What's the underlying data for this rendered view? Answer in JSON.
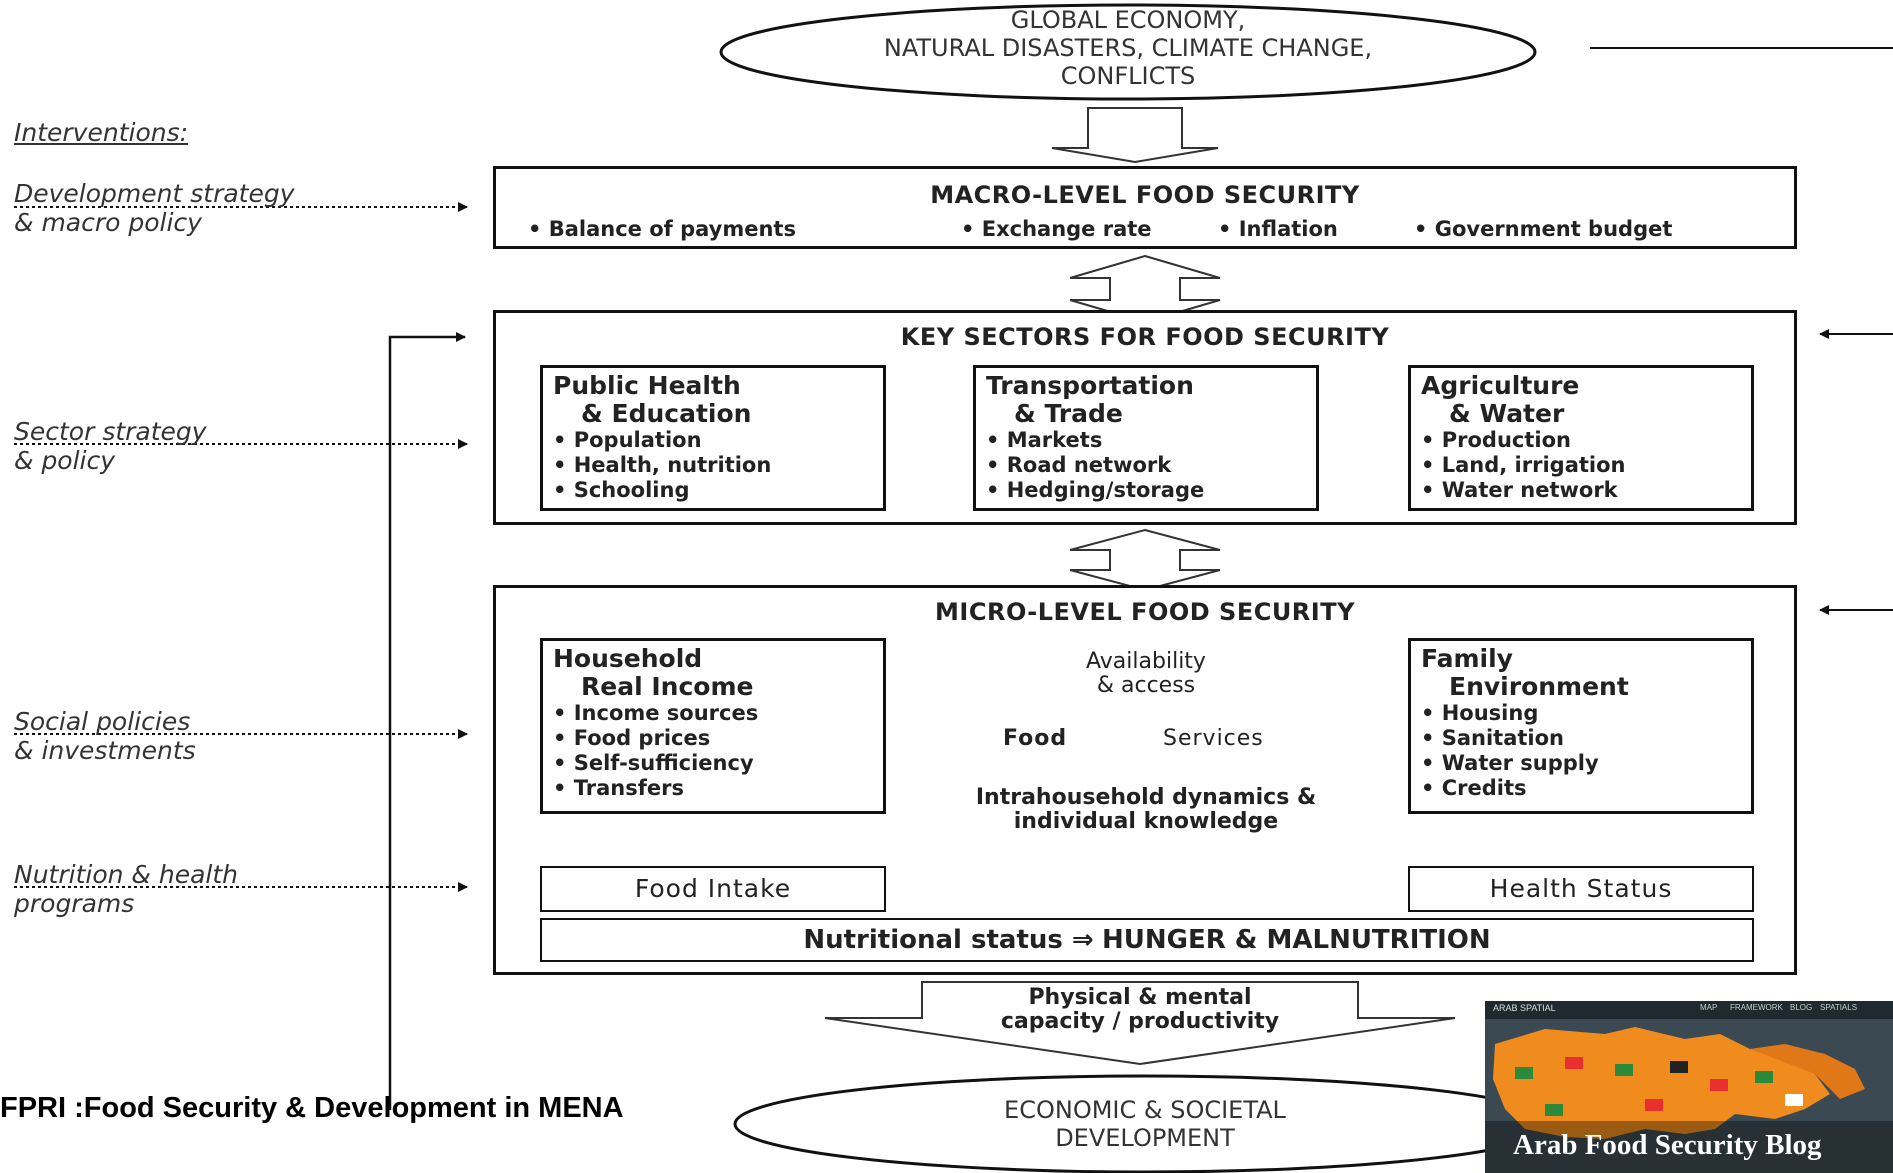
{
  "top_ellipse": {
    "lines": [
      "GLOBAL ECONOMY,",
      "NATURAL DISASTERS, CLIMATE CHANGE,",
      "CONFLICTS"
    ]
  },
  "bottom_ellipse": {
    "lines": [
      "ECONOMIC & SOCIETAL",
      "DEVELOPMENT"
    ]
  },
  "interventions": {
    "heading": "Interventions:",
    "items": [
      {
        "lines": [
          "Development strategy",
          "& macro policy"
        ]
      },
      {
        "lines": [
          "Sector strategy",
          "& policy"
        ]
      },
      {
        "lines": [
          "Social policies",
          "& investments"
        ]
      },
      {
        "lines": [
          "Nutrition & health",
          "programs"
        ]
      }
    ]
  },
  "macro": {
    "title": "MACRO-LEVEL FOOD SECURITY",
    "items": [
      "• Balance of payments",
      "• Exchange rate",
      "• Inflation",
      "• Government budget"
    ]
  },
  "sectors": {
    "title": "KEY SECTORS FOR FOOD SECURITY",
    "boxes": [
      {
        "title1": "Public Health",
        "title2": "& Education",
        "items": [
          "• Population",
          "• Health, nutrition",
          "• Schooling"
        ]
      },
      {
        "title1": "Transportation",
        "title2": "& Trade",
        "items": [
          "• Markets",
          "• Road network",
          "• Hedging/storage"
        ]
      },
      {
        "title1": "Agriculture",
        "title2": "& Water",
        "items": [
          "• Production",
          "• Land, irrigation",
          "• Water network"
        ]
      }
    ]
  },
  "micro": {
    "title": "MICRO-LEVEL FOOD SECURITY",
    "household": {
      "title1": "Household",
      "title2": "Real Income",
      "items": [
        "• Income sources",
        "• Food prices",
        "• Self-sufficiency",
        "• Transfers"
      ]
    },
    "family": {
      "title1": "Family",
      "title2": "Environment",
      "items": [
        "• Housing",
        "• Sanitation",
        "• Water supply",
        "• Credits"
      ]
    },
    "availability": [
      "Availability",
      "& access"
    ],
    "food": "Food",
    "services": "Services",
    "intra": [
      "Intrahousehold dynamics &",
      "individual knowledge"
    ],
    "food_intake": "Food Intake",
    "health_status": "Health Status",
    "nutrition_prefix": "Nutritional status ⇒",
    "nutrition_bold": "HUNGER & MALNUTRITION"
  },
  "capacity": [
    "Physical & mental",
    "capacity / productivity"
  ],
  "source_caption": "FPRI :Food Security & Development in MENA",
  "blog_thumbnail": {
    "title": "Arab Food Security Blog",
    "nav_brand": "ARAB SPATIAL",
    "nav_items": [
      "MAP",
      "FRAMEWORK",
      "BLOG",
      "SPATIALS"
    ]
  }
}
